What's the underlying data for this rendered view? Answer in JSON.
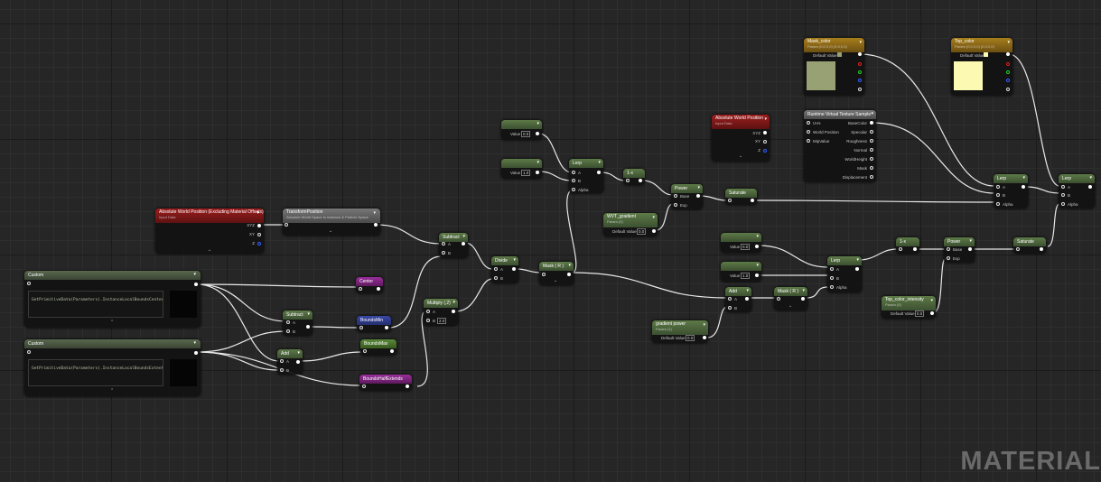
{
  "watermark": "MATERIAL",
  "nodes": {
    "abs_world_pos_excl": {
      "title": "Absolute World Position (Excluding Material Offsets)",
      "subtitle": "Input Data",
      "pins": [
        "XYZ",
        "XY",
        "Z"
      ]
    },
    "transform_position": {
      "title": "TransformPosition",
      "subtitle": "Absolute World Space to Instance & Particle Space"
    },
    "custom_1": {
      "title": "Custom",
      "code": "GetPrimitiveData(Parameters).InstanceLocalBoundsCenter.xyz"
    },
    "custom_2": {
      "title": "Custom",
      "code": "GetPrimitiveData(Parameters).InstanceLocalBoundsExtent.xyz"
    },
    "center": {
      "title": "Center"
    },
    "bounds_min": {
      "title": "BoundsMin"
    },
    "bounds_max": {
      "title": "BoundsMax"
    },
    "bounds_half_extends": {
      "title": "BoundsHalfExtends"
    },
    "subtract_1": {
      "title": "Subtract",
      "pins": [
        "A",
        "B"
      ]
    },
    "add_1": {
      "title": "Add",
      "pins": [
        "A",
        "B"
      ]
    },
    "subtract_2": {
      "title": "Subtract",
      "pins": [
        "A",
        "B"
      ]
    },
    "multiply": {
      "title": "Multiply (,2)",
      "pins": [
        "A",
        "B"
      ],
      "b_value": "2.0"
    },
    "divide": {
      "title": "Divide",
      "pins": [
        "A",
        "B"
      ]
    },
    "mask_r_1": {
      "title": "Mask ( R )"
    },
    "param_1": {
      "title": "",
      "value_label": "Value",
      "value": "0.0"
    },
    "param_2": {
      "title": "",
      "value_label": "Value",
      "value": "1.0"
    },
    "lerp_1": {
      "title": "Lerp",
      "pins": [
        "A",
        "B",
        "Alpha"
      ]
    },
    "one_minus_1": {
      "title": "1-x"
    },
    "power_1": {
      "title": "Power",
      "pins": [
        "Base",
        "Exp"
      ]
    },
    "wvt_gradient": {
      "title": "WVT_gradient",
      "subtitle": "Param (0)",
      "value_label": "Default Value",
      "value": "0.0"
    },
    "saturate_1": {
      "title": "Saturate"
    },
    "abs_world_pos": {
      "title": "Absolute World Position",
      "subtitle": "Input Data",
      "pins": [
        "XYZ",
        "XY",
        "Z"
      ]
    },
    "rvt_sample": {
      "title": "Runtime Virtual Texture Sample",
      "inputs": [
        "UVs",
        "World Position",
        "MipValue"
      ],
      "outputs": [
        "BaseColor",
        "Specular",
        "Roughness",
        "Normal",
        "WorldHeight",
        "Mask",
        "Displacement"
      ]
    },
    "mask_color": {
      "title": "Mask_color",
      "subtitle": "Param (0,0,0,0) (0,0,0,0)",
      "value_label": "Default Value",
      "swatch": "#98a173"
    },
    "top_color": {
      "title": "Top_color",
      "subtitle": "Param (0,0,0,0) (0,0,0,0)",
      "value_label": "Default Value",
      "swatch": "#fbf9b2"
    },
    "lerp_2": {
      "title": "Lerp",
      "pins": [
        "A",
        "B",
        "Alpha"
      ]
    },
    "lerp_3": {
      "title": "Lerp",
      "pins": [
        "A",
        "B",
        "Alpha"
      ]
    },
    "param_3": {
      "title": "",
      "value_label": "Value",
      "value": "0.0"
    },
    "param_4": {
      "title": "",
      "value_label": "Value",
      "value": "1.0"
    },
    "add_2": {
      "title": "Add",
      "pins": [
        "A",
        "B"
      ]
    },
    "mask_r_2": {
      "title": "Mask ( R )"
    },
    "gradient_power": {
      "title": "gradient power",
      "subtitle": "Param (1)",
      "value_label": "Default Value",
      "value": "0.0"
    },
    "lerp_4": {
      "title": "Lerp",
      "pins": [
        "A",
        "B",
        "Alpha"
      ]
    },
    "one_minus_2": {
      "title": "1-x"
    },
    "power_2": {
      "title": "Power",
      "pins": [
        "Base",
        "Exp"
      ]
    },
    "saturate_2": {
      "title": "Saturate"
    },
    "top_color_intensity": {
      "title": "Top_color_intensity",
      "subtitle": "Param (0)",
      "value_label": "Default Value",
      "value": "0.0"
    }
  },
  "colors": {
    "wire": "#e8e8e8",
    "input_header": "#9c1e1e",
    "param_header": "#5d7a47",
    "vector_param_header": "#a87e1c",
    "red_channel": "#e02020",
    "green_channel": "#20d020",
    "blue_channel": "#3060ff"
  }
}
